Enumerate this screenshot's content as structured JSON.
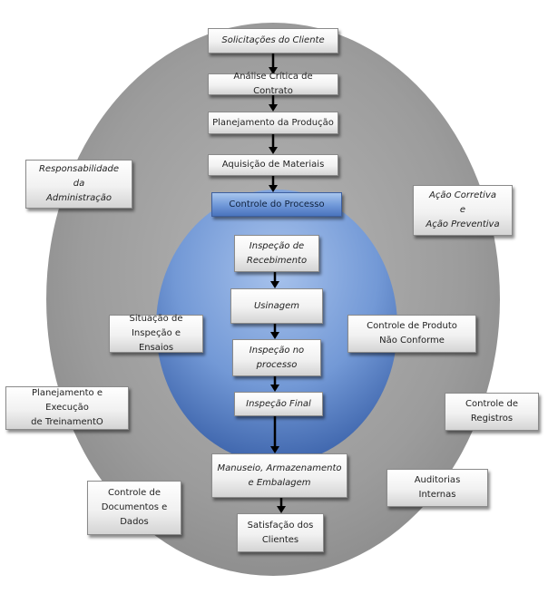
{
  "colors": {
    "outer_ellipse": "#9a9a9a",
    "inner_ellipse": "#6f93cf",
    "arrow": "#000000",
    "box_fill": "#f0f0f0",
    "highlight_box": "#7da2de"
  },
  "flow": {
    "solicitacoes": "Solicitações do Cliente",
    "analise": "Análise Crítica de Contrato",
    "planejamento_producao": "Planejamento da Produção",
    "aquisicao": "Aquisição de Materiais",
    "controle_processo": "Controle do Processo",
    "inspecao_recebimento": "Inspeção de\nRecebimento",
    "usinagem": "Usinagem",
    "inspecao_processo": "Inspeção no\nprocesso",
    "inspecao_final": "Inspeção Final",
    "manuseio": "Manuseio, Armazenamento\ne Embalagem",
    "satisfacao": "Satisfação dos\nClientes"
  },
  "side": {
    "responsabilidade": "Responsabilidade\nda\nAdministração",
    "acao": "Ação Corretiva\ne\nAção Preventiva",
    "situacao": "Situação de\nInspeção e Ensaios",
    "controle_produto": "Controle de Produto\nNão Conforme",
    "treinamento": "Planejamento e Execução\nde TreinamentO",
    "registros": "Controle de\nRegistros",
    "documentos": "Controle de\nDocumentos e\nDados",
    "auditorias": "Auditorias\nInternas"
  }
}
